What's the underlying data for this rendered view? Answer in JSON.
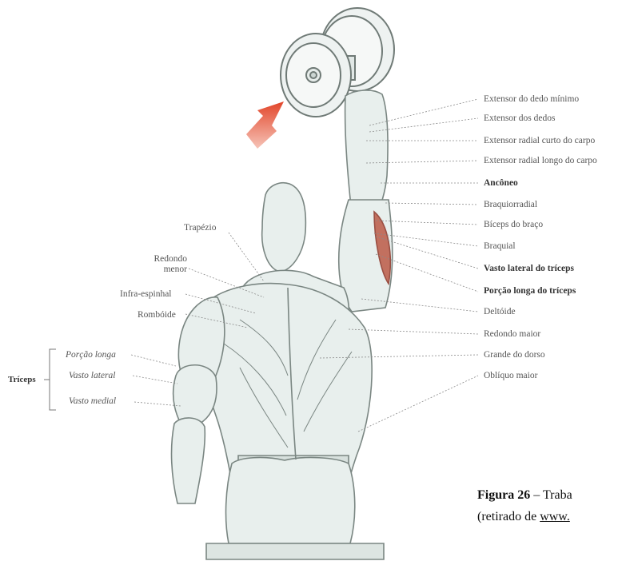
{
  "right_labels": [
    {
      "id": "extensor-dedo-minimo",
      "text": "Extensor do dedo mínimo",
      "bold": false
    },
    {
      "id": "extensor-dedos",
      "text": "Extensor dos dedos",
      "bold": false
    },
    {
      "id": "extensor-radial-curto",
      "text": "Extensor radial curto do carpo",
      "bold": false
    },
    {
      "id": "extensor-radial-longo",
      "text": "Extensor radial longo do carpo",
      "bold": false
    },
    {
      "id": "anconeo",
      "text": "Ancôneo",
      "bold": true
    },
    {
      "id": "braquiorradial",
      "text": "Braquiorradial",
      "bold": false
    },
    {
      "id": "biceps-braco",
      "text": "Bíceps do braço",
      "bold": false
    },
    {
      "id": "braquial",
      "text": "Braquial",
      "bold": false
    },
    {
      "id": "vasto-lateral-triceps",
      "text": "Vasto lateral do tríceps",
      "bold": true
    },
    {
      "id": "porcao-longa-triceps",
      "text": "Porção longa do tríceps",
      "bold": true
    },
    {
      "id": "deltoide",
      "text": "Deltóide",
      "bold": false
    },
    {
      "id": "redondo-maior",
      "text": "Redondo maior",
      "bold": false
    },
    {
      "id": "grande-dorso",
      "text": "Grande do dorso",
      "bold": false
    },
    {
      "id": "obliquo-maior",
      "text": "Oblíquo maior",
      "bold": false
    }
  ],
  "left_labels": {
    "trapezio": "Trapézio",
    "redondo_menor_line1": "Redondo",
    "redondo_menor_line2": "menor",
    "infra_espinhal": "Infra-espinhal",
    "romboide": "Rombóide"
  },
  "triceps_group": {
    "title": "Tríceps",
    "heads": [
      "Porção longa",
      "Vasto lateral",
      "Vasto medial"
    ]
  },
  "caption": {
    "label": "Figura 26",
    "dash": " – ",
    "text": "Traba",
    "line2_prefix": "(retirado de ",
    "line2_link": "www."
  },
  "colors": {
    "muscle_fill": "#e8efed",
    "muscle_stroke": "#7a8682",
    "highlight_muscle": "#c2705f",
    "arrow": "#e2452a",
    "leader_line": "#8a8a8a",
    "text": "#555555"
  }
}
